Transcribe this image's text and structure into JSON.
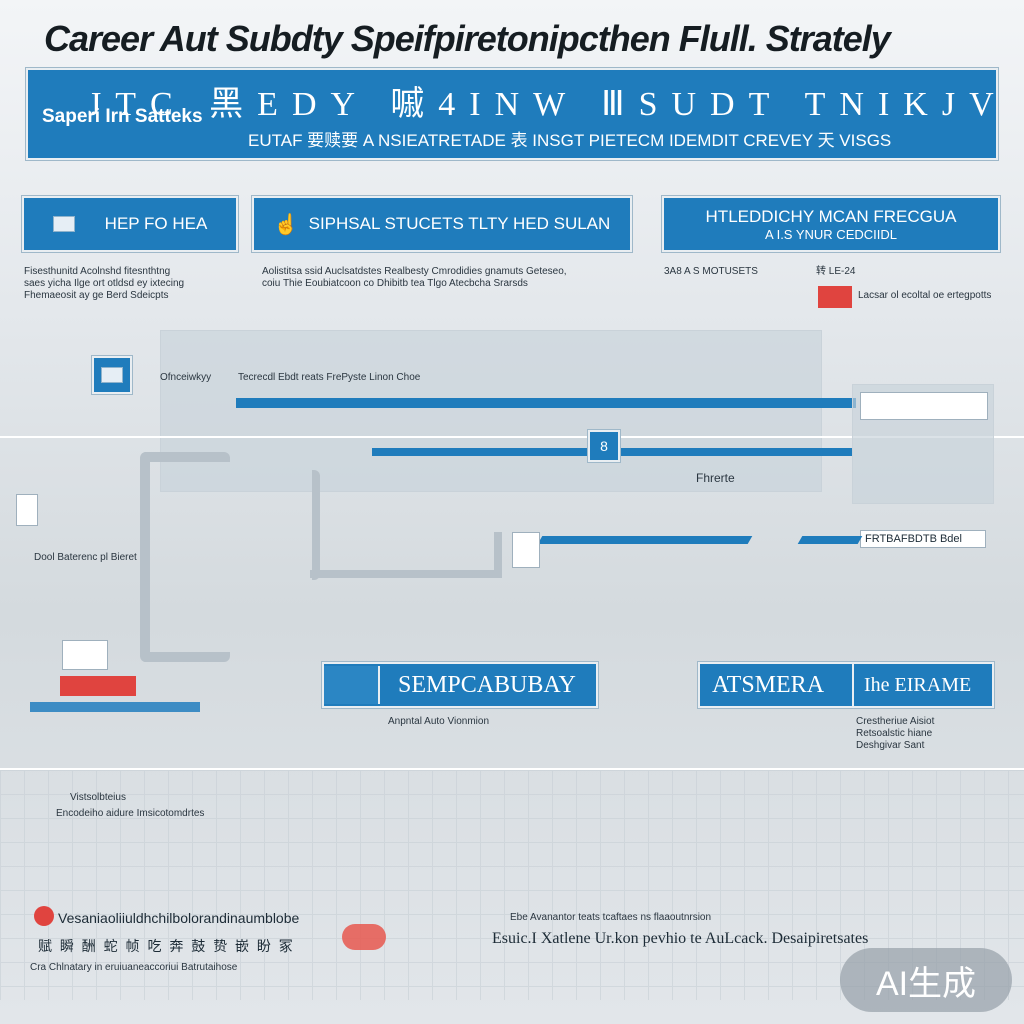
{
  "title": "Career Aut Subdty Speifpiretonipcthen Flull. Strately",
  "header": {
    "letters": "JTC 黑EDY 嘁4INW ⅢSUDT TNIKJV",
    "left_label": "Saperi Irn Satteks",
    "sub_label": "EUTAF 要赎要 A NSIEATRETADE 表 INSGT PIETECM IDEMDIT CREVEY 天 VISGS"
  },
  "sections": [
    {
      "label": "HEP FO HEA",
      "desc": [
        "Fisesthunitd Acolnshd fitesnthtng",
        "saes yicha Ilge ort otldsd ey ixtecing",
        "Fhemaeosit ay ge Berd Sdeicpts"
      ]
    },
    {
      "label": "SIPHSAL STUCETS TLTY  HED SULAN",
      "desc": [
        "Aolistitsa ssid Auclsatdstes Realbesty Cmrodidies gnamuts Geteseo,",
        "coiu Thie Eoubiatcoon co Dhibitb tea Tlgo Atecbcha Srarsds"
      ]
    },
    {
      "label": "HTLEDDICHY MCAN  FRECGUA",
      "sublabel": "A I.S YNUR CEDCIIDL",
      "desc": [
        "3A8 A S MOTUSETS",
        "转 LE-24",
        "Lacsar ol ecoltal oe ertegpotts"
      ]
    }
  ],
  "flow": {
    "left_small_label": "Ofnceiwkyy",
    "top_row_label": "Tecrecdl Ebdt reats FrePyste Linon Choe",
    "step_number": "8",
    "mid_label": "Fhrerte",
    "left_side_label": "Dool Baterenc pl Bieret",
    "right_label": "FRTBAFBDTB Bdel"
  },
  "bottom_boxes": [
    {
      "label": "SEMPCABUBAY",
      "caption": "Anpntal Auto Vionmion"
    },
    {
      "label": "ATSMERA",
      "label2": "Ihe EIRAME",
      "caption": [
        "Crestheriue Aisiot",
        "Retsoalstic hiane",
        "Deshgivar Sant"
      ]
    }
  ],
  "bottom_text": {
    "vitation": "Vistsolbteius",
    "encodes": "Encodeiho aidure Imsicotomdrtes",
    "left_line1": "Vesaniaoliiuldhchilbolorandinaumblobe",
    "left_line2": "赋 瞬 酬 蛇 帧 吃 奔 鼓 贽 嵌 盼 冢",
    "left_line3": "Cra Chlnatary in eruiuaneaccoriui Batrutaihose",
    "right_small": "Ebe Avanantor teats tcaftaes ns flaaoutnrsion",
    "right_line": "Esuic.I Xatlene Ur.kon pevhio te AuLcack. Desaipiretsates"
  },
  "badge": "AI生成",
  "colors": {
    "accent": "#1f7cbc",
    "red": "#e0443f"
  }
}
